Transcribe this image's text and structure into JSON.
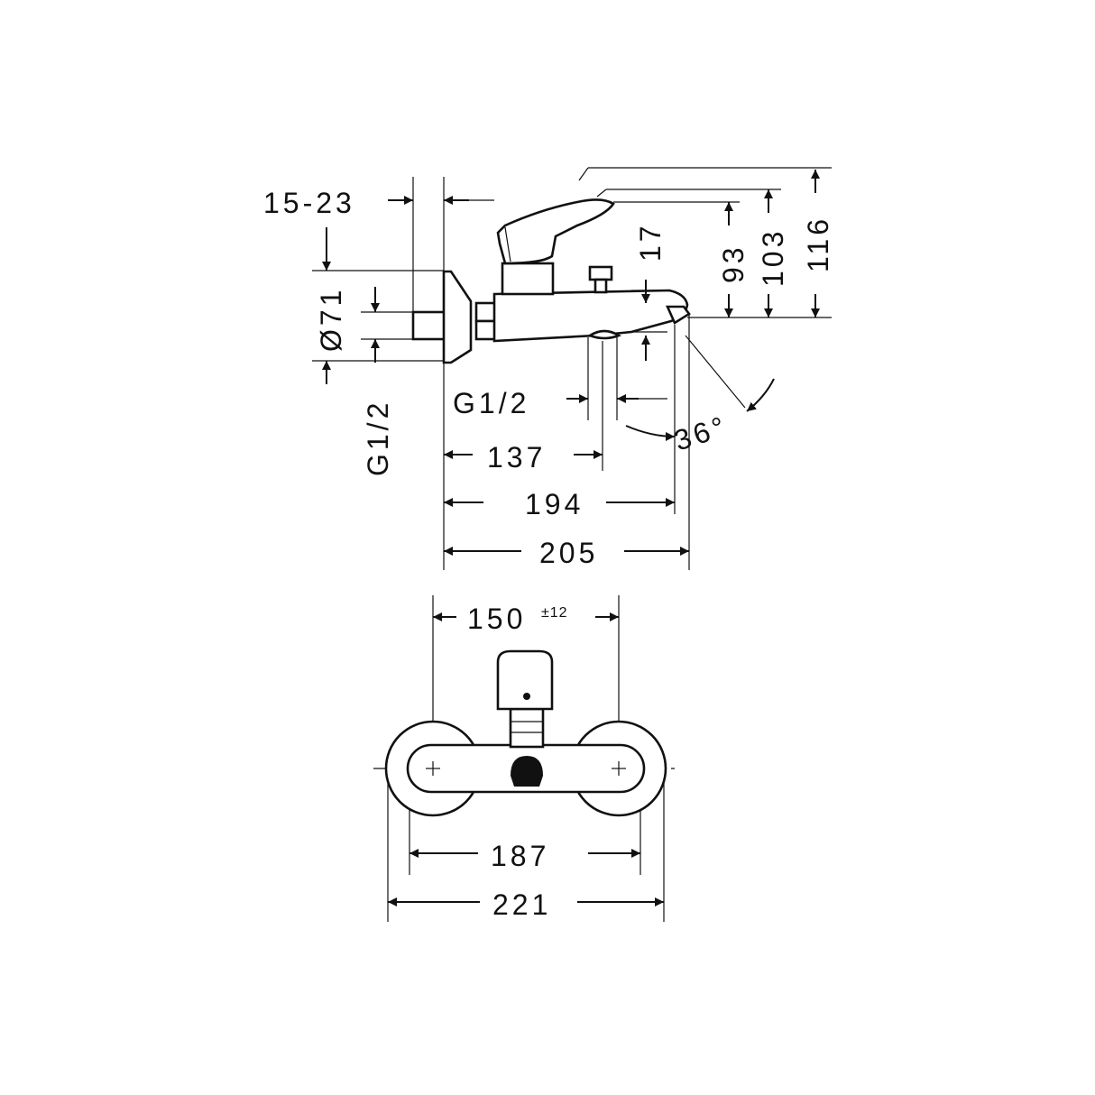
{
  "side_view": {
    "dims": {
      "wall_offset": "15-23",
      "diameter": "Ø71",
      "thread_left": "G1/2",
      "thread_outlet": "G1/2",
      "outlet_height": "17",
      "h93": "93",
      "h103": "103",
      "h116": "116",
      "angle": "36°",
      "len137": "137",
      "len194": "194",
      "len205": "205"
    }
  },
  "front_view": {
    "dims": {
      "center_distance": "150",
      "tolerance": "±12",
      "w187": "187",
      "w221": "221"
    }
  },
  "colors": {
    "line": "#111111",
    "background": "#ffffff"
  }
}
